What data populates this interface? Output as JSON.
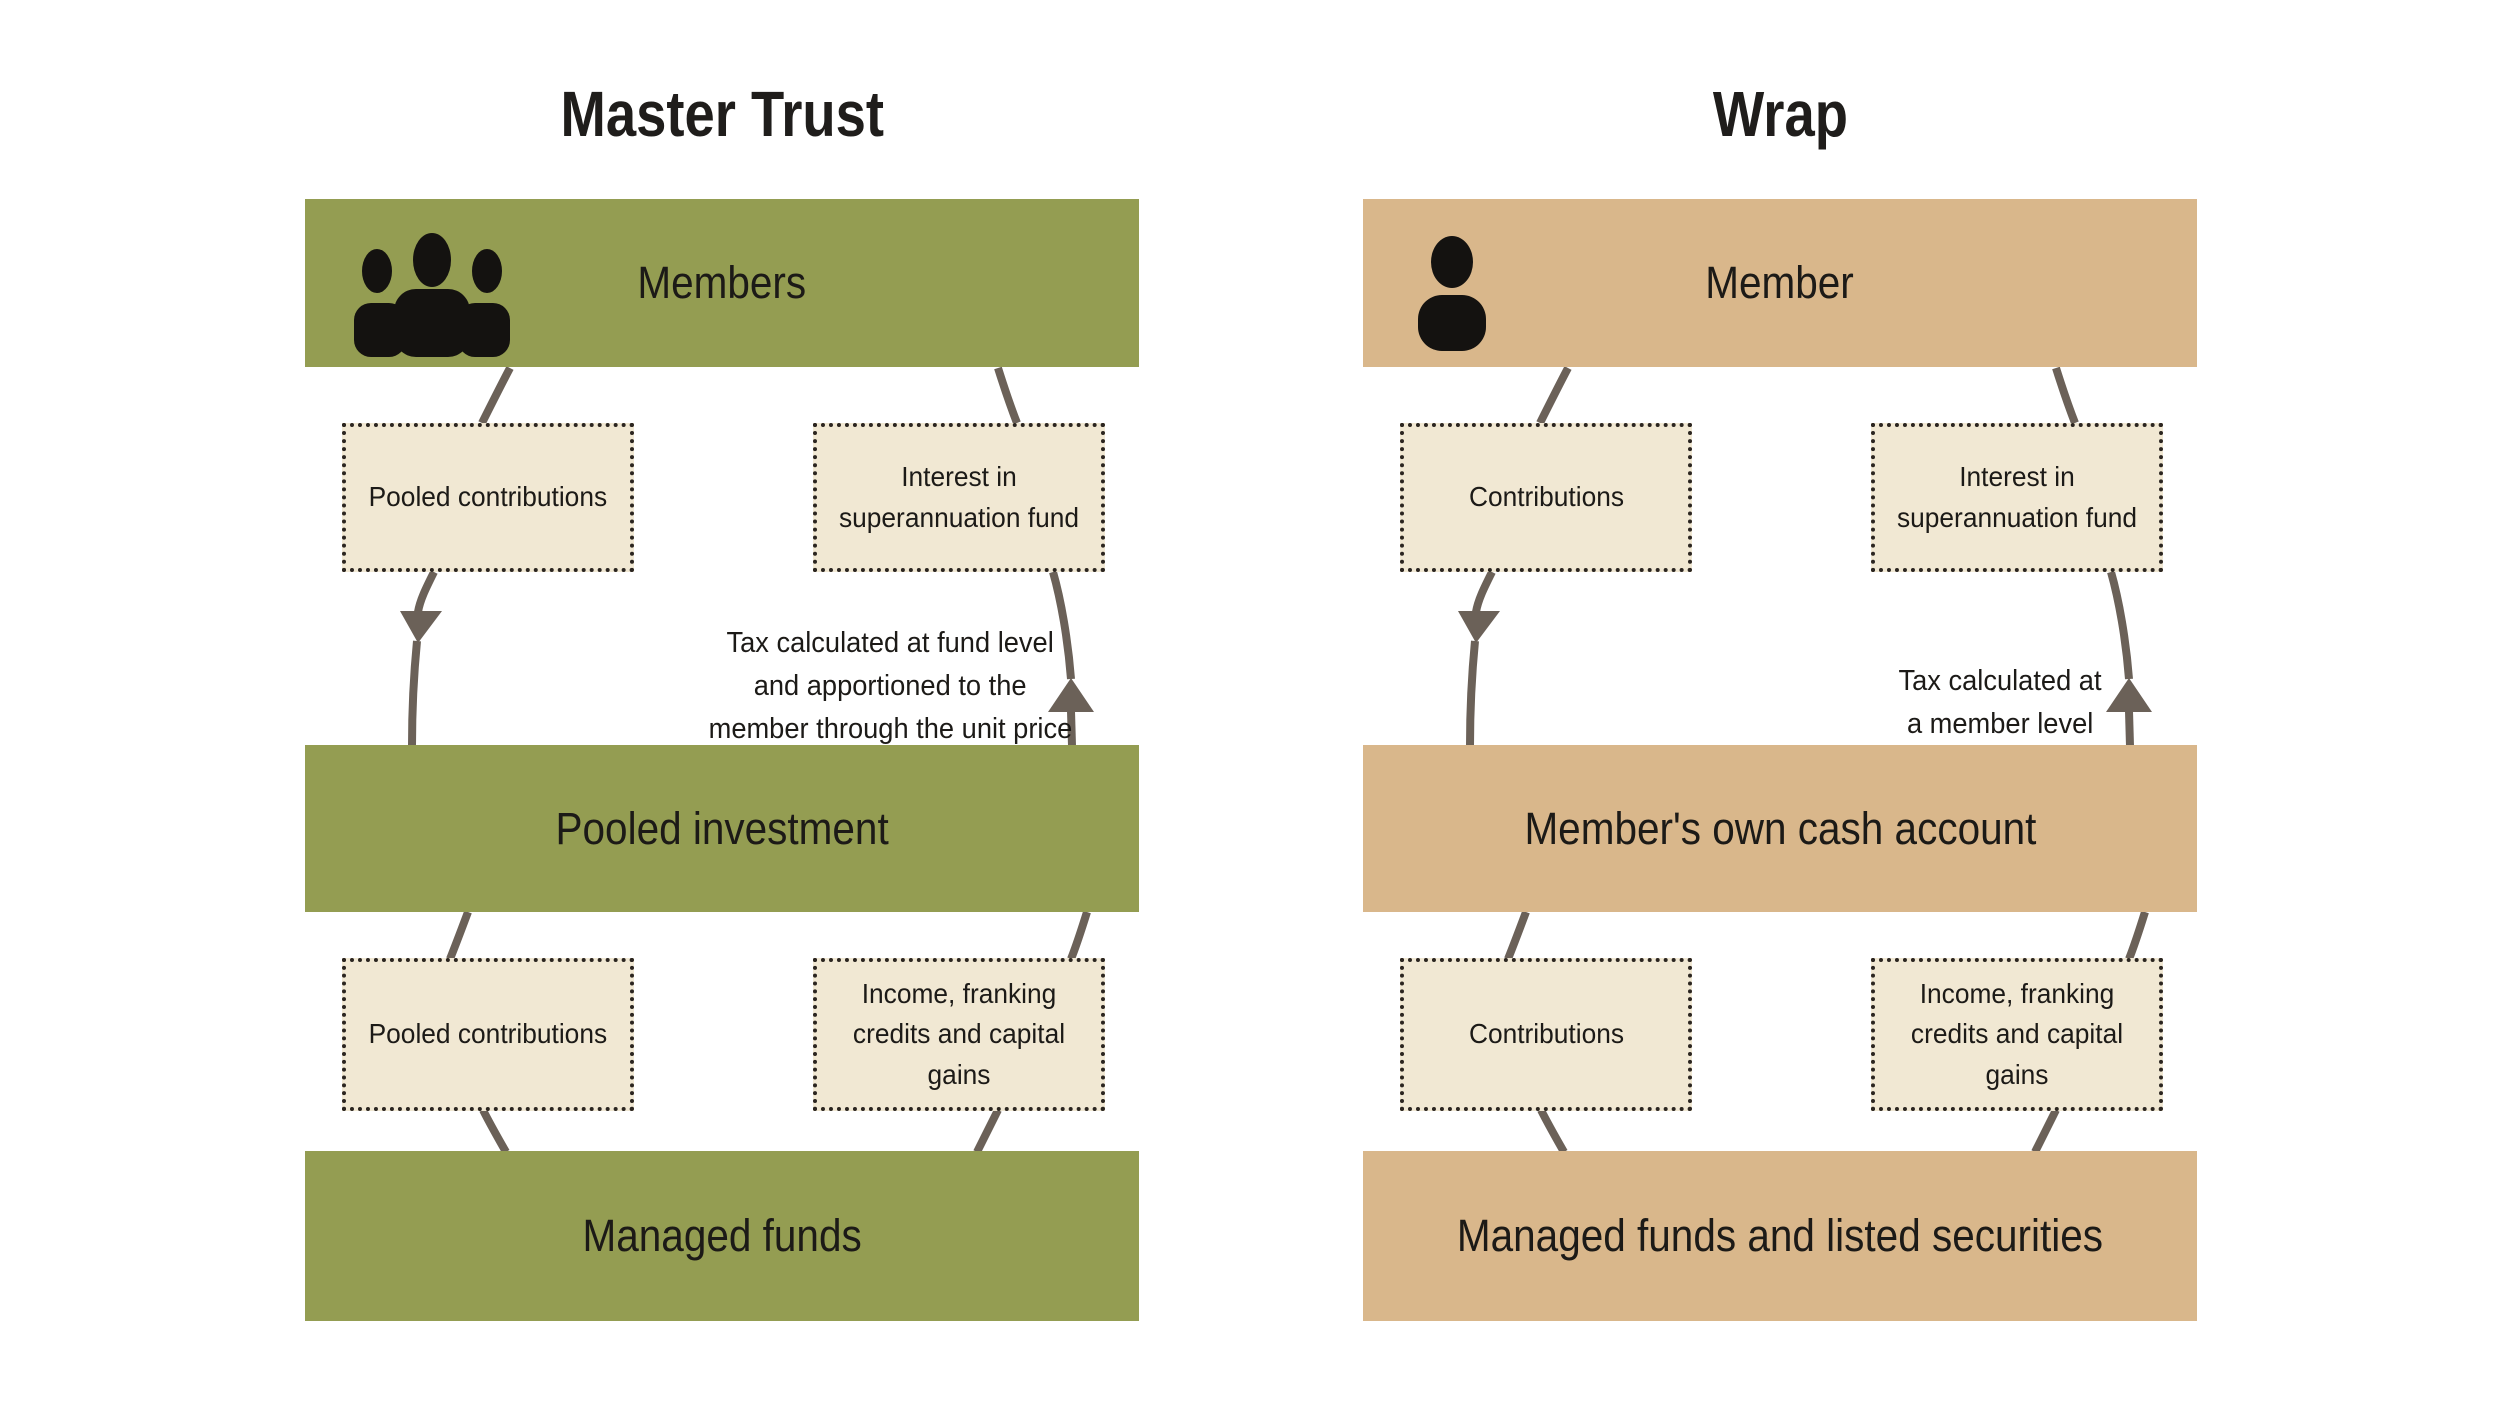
{
  "theme": {
    "green": "#949d52",
    "tan": "#d9b78b",
    "cream": "#f1e8d3",
    "line": "#6b6158",
    "ink": "#1c1a17",
    "dot": "#2b2520",
    "bg": "#ffffff"
  },
  "icons": {
    "master_trust_band": "people-group-icon",
    "wrap_band": "person-icon"
  },
  "columns": [
    {
      "title": "Master Trust",
      "bands": [
        {
          "label": "Members"
        },
        {
          "label": "Pooled investment"
        },
        {
          "label": "Managed funds"
        }
      ],
      "flow_boxes": {
        "top_left": "Pooled contributions",
        "top_right": "Interest in superannuation fund",
        "bottom_left": "Pooled contributions",
        "bottom_right": "Income, franking credits and capital gains"
      },
      "tax_note_lines": [
        "Tax calculated at fund level",
        "and apportioned to the",
        "member through the unit price"
      ]
    },
    {
      "title": "Wrap",
      "bands": [
        {
          "label": "Member"
        },
        {
          "label": "Member's own cash account"
        },
        {
          "label": "Managed funds and listed securities"
        }
      ],
      "flow_boxes": {
        "top_left": "Contributions",
        "top_right": "Interest in superannuation fund",
        "bottom_left": "Contributions",
        "bottom_right": "Income, franking credits and capital gains"
      },
      "tax_note_lines": [
        "Tax calculated at",
        "a member level"
      ]
    }
  ]
}
